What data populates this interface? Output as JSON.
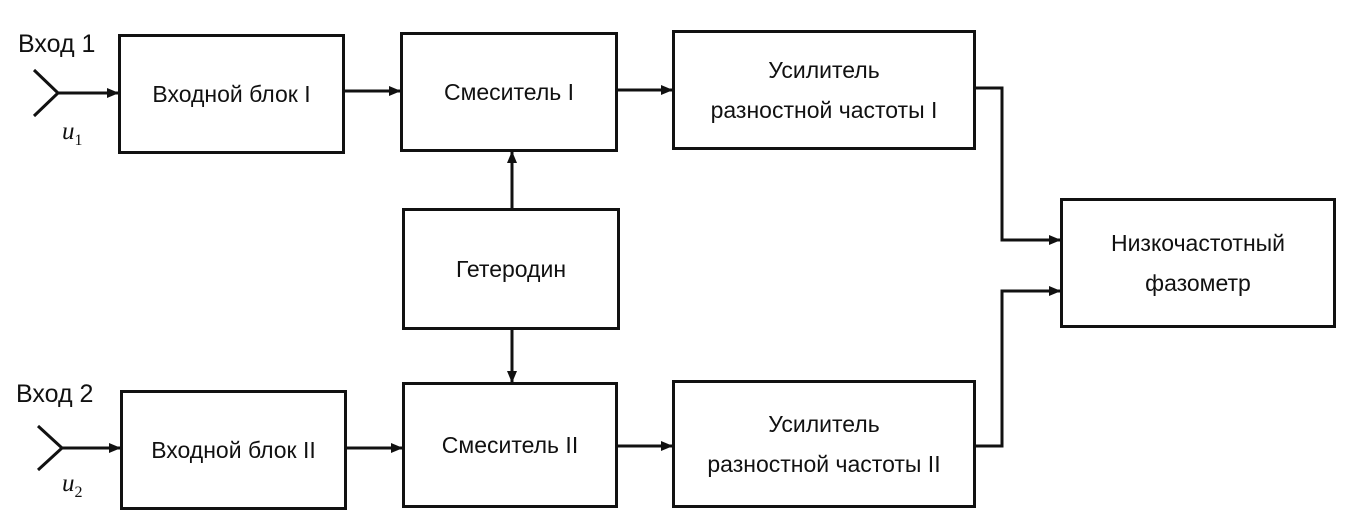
{
  "inputs": [
    {
      "label": "Вход 1",
      "symbol": "u",
      "sub": "1"
    },
    {
      "label": "Вход 2",
      "symbol": "u",
      "sub": "2"
    }
  ],
  "blocks": {
    "input_block_1": "Входной блок I",
    "input_block_2": "Входной блок II",
    "mixer_1": "Смеситель I",
    "mixer_2": "Смеситель II",
    "local_oscillator": "Гетеродин",
    "amp_1_line1": "Усилитель",
    "amp_1_line2": "разностной частоты I",
    "amp_2_line1": "Усилитель",
    "amp_2_line2": "разностной частоты II",
    "phasemeter_line1": "Низкочастотный",
    "phasemeter_line2": "фазометр"
  },
  "style": {
    "line_color": "#111111"
  }
}
